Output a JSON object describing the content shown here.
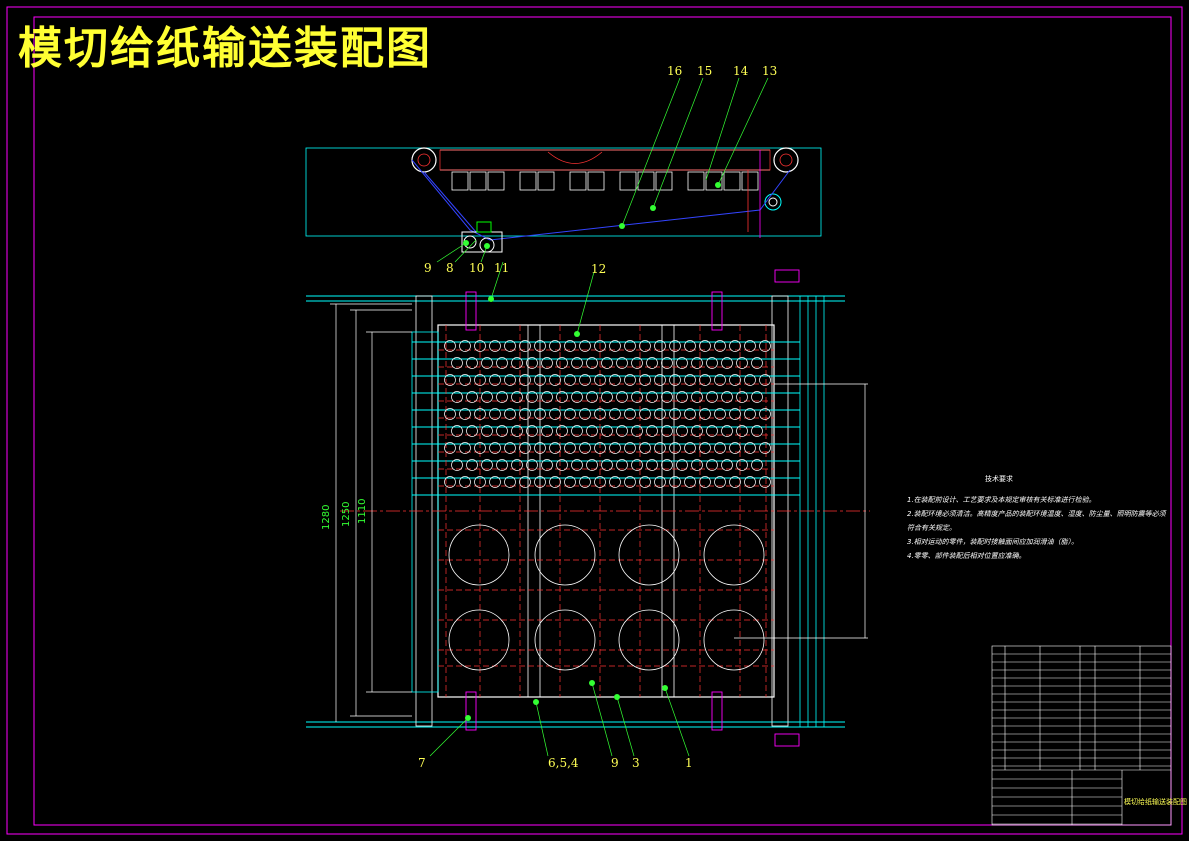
{
  "title": "模切给纸输送装配图",
  "balloons": {
    "b16": "16",
    "b15": "15",
    "b14": "14",
    "b13": "13",
    "b9": "9",
    "b8": "8",
    "b10": "10",
    "b11": "11",
    "b12": "12",
    "b7": "7",
    "b654": "6,5,4",
    "b9b": "9",
    "b3": "3",
    "b1": "1"
  },
  "dimensions": {
    "d1280": "1280",
    "d1250": "1250",
    "d1110": "1110"
  },
  "tech": {
    "heading": "技术要求",
    "lines": [
      "1.在装配前设计、工艺要求及本规定审核有关标准进行检验。",
      "2.装配环境必须清洁。高精度产品的装配环境温度、湿度、防尘量、照明防震等必须",
      "符合有关规定。",
      "3.相对运动的零件，装配时接触面间应加润滑油（脂）。",
      "4.零零、部件装配后相对位置应准确。"
    ]
  },
  "title_block": {
    "drawing_name": "模切给纸输送装配图"
  },
  "colors": {
    "frame": "#ff00ff",
    "cyan": "#00ffff",
    "red": "#ff3333",
    "yellow": "#ffff33",
    "green": "#33ff33",
    "white": "#ffffff",
    "blue": "#3344ff"
  }
}
